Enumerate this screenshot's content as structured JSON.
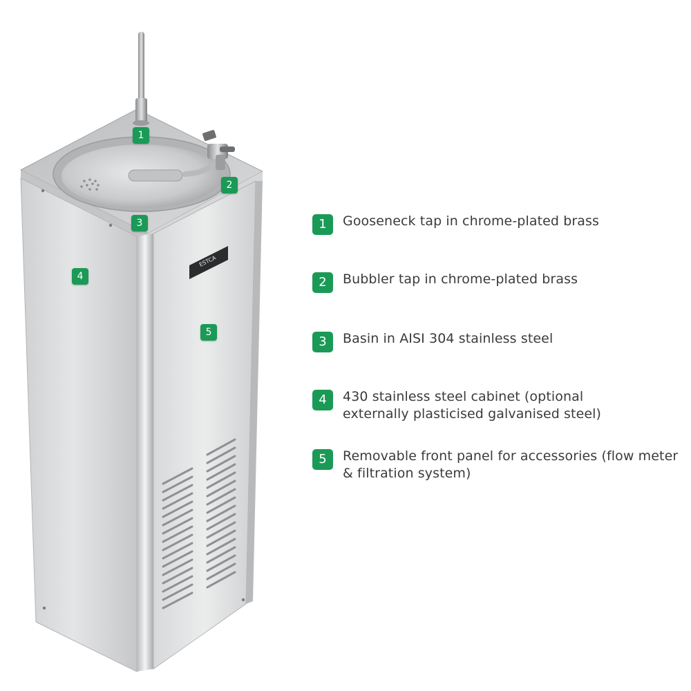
{
  "accent": "#1a9a56",
  "brand_plate": "ESTCA",
  "markers": [
    {
      "number": "1",
      "callout": "Gooseneck tap in chrome-plated brass"
    },
    {
      "number": "2",
      "callout": "Bubbler tap in chrome-plated brass"
    },
    {
      "number": "3",
      "callout": "Basin in AISI 304 stainless steel"
    },
    {
      "number": "4",
      "callout": "430 stainless steel cabinet (optional externally plasticised galvanised steel)"
    },
    {
      "number": "5",
      "callout": "Removable front panel for accessories (flow meter & filtration system)"
    }
  ]
}
